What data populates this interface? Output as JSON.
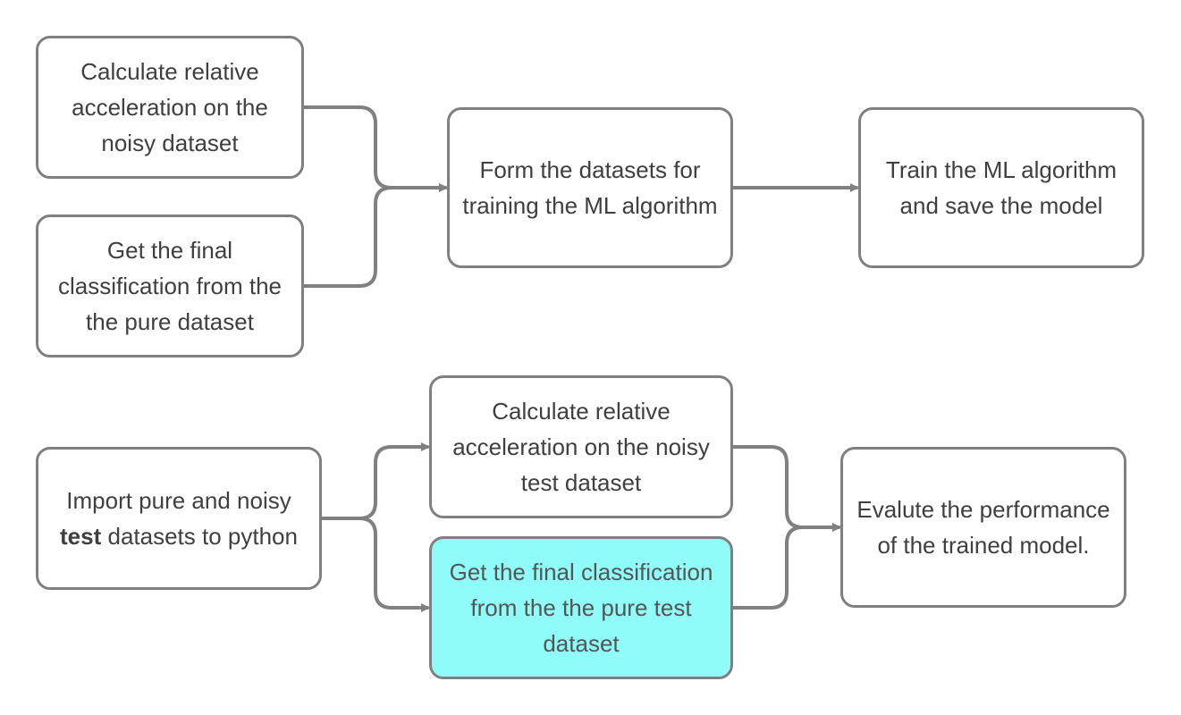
{
  "colors": {
    "border": "#808080",
    "connector": "#808080",
    "text": "#3f3f3f",
    "highlight_fill": "#8ffcfa"
  },
  "nodes": {
    "calc_accel_noisy": "Calculate relative acceleration on the noisy dataset",
    "final_class_pure": "Get the final classification from the  the pure dataset",
    "form_datasets": "Form the datasets for training the ML algorithm",
    "train_save": "Train the ML algorithm and save the model",
    "import_test": {
      "before": "Import pure and noisy ",
      "emphasis": "test",
      "after": " datasets to python"
    },
    "calc_accel_noisy_test": "Calculate relative acceleration on the noisy test dataset",
    "final_class_pure_test": "Get the final classification from the the pure test dataset",
    "evaluate": "Evalute the performance of the trained model."
  }
}
